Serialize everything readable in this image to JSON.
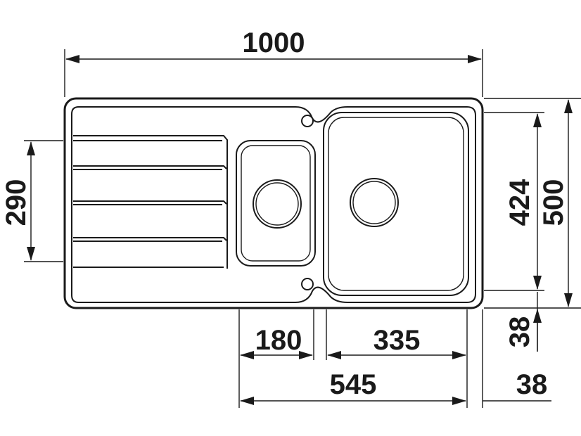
{
  "diagram": {
    "dimensions": {
      "overall_length": "1000",
      "drainer_depth": "290",
      "bowl_depth": "424",
      "overall_depth": "500",
      "small_bowl_width": "180",
      "large_bowl_width": "335",
      "bowls_total_width": "545",
      "side_offset": "38",
      "bottom_offset": "38"
    },
    "colors": {
      "line": "#1a1a1a",
      "background": "#ffffff"
    }
  }
}
